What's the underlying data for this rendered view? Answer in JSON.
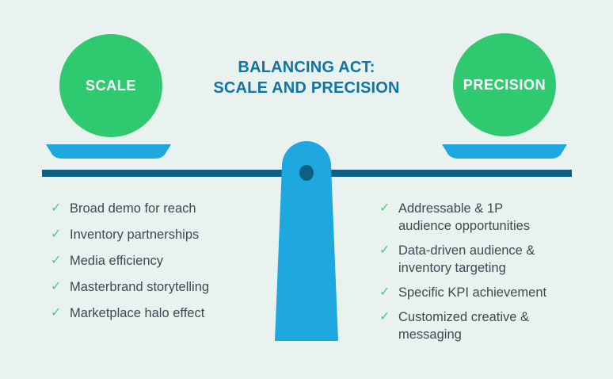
{
  "title": {
    "line1": "BALANCING ACT:",
    "line2": "SCALE AND PRECISION"
  },
  "scale_circle": {
    "label": "SCALE"
  },
  "precision_circle": {
    "label": "PRECISION"
  },
  "left_list": {
    "items": [
      "Broad demo for reach",
      "Inventory partnerships",
      "Media efficiency",
      "Masterbrand storytelling",
      "Marketplace halo effect"
    ]
  },
  "right_list": {
    "items": [
      "Addressable & 1P audience opportunities",
      "Data-driven audience & inventory targeting",
      "Specific KPI achievement",
      "Customized creative & messaging"
    ]
  },
  "icons": {
    "checkmark": "✓"
  },
  "colors": {
    "background": "#eaf2f0",
    "circle_green": "#2fca70",
    "check_green": "#4bc97b",
    "pan_blue": "#1fa8df",
    "beam_teal": "#0d6083",
    "title_blue": "#1074a5",
    "list_text": "#3d4853"
  }
}
